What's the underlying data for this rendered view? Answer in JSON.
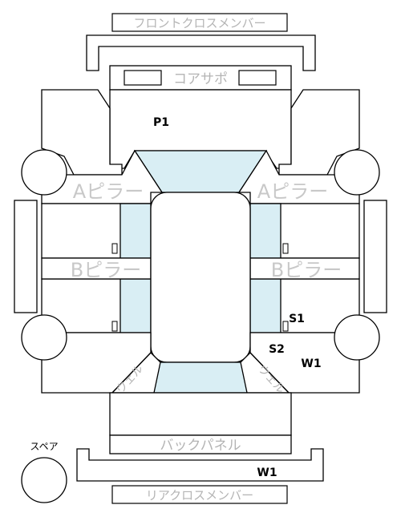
{
  "labels": {
    "front_cross_member": "フロントクロスメンバー",
    "core_support": "コアサポ",
    "a_pillar": "Aピラー",
    "b_pillar": "Bピラー",
    "back_panel": "バックパネル",
    "rear_cross_member": "リアクロスメンバー",
    "spare": "スペア",
    "rear_corner": "ウェル"
  },
  "markers": {
    "p1": "P1",
    "s1": "S1",
    "s2": "S2",
    "w1_right": "W1",
    "w1_rear": "W1"
  },
  "colors": {
    "glass": "#d9eef4",
    "outline": "#000000",
    "label_gray": "#b4b4b4"
  }
}
